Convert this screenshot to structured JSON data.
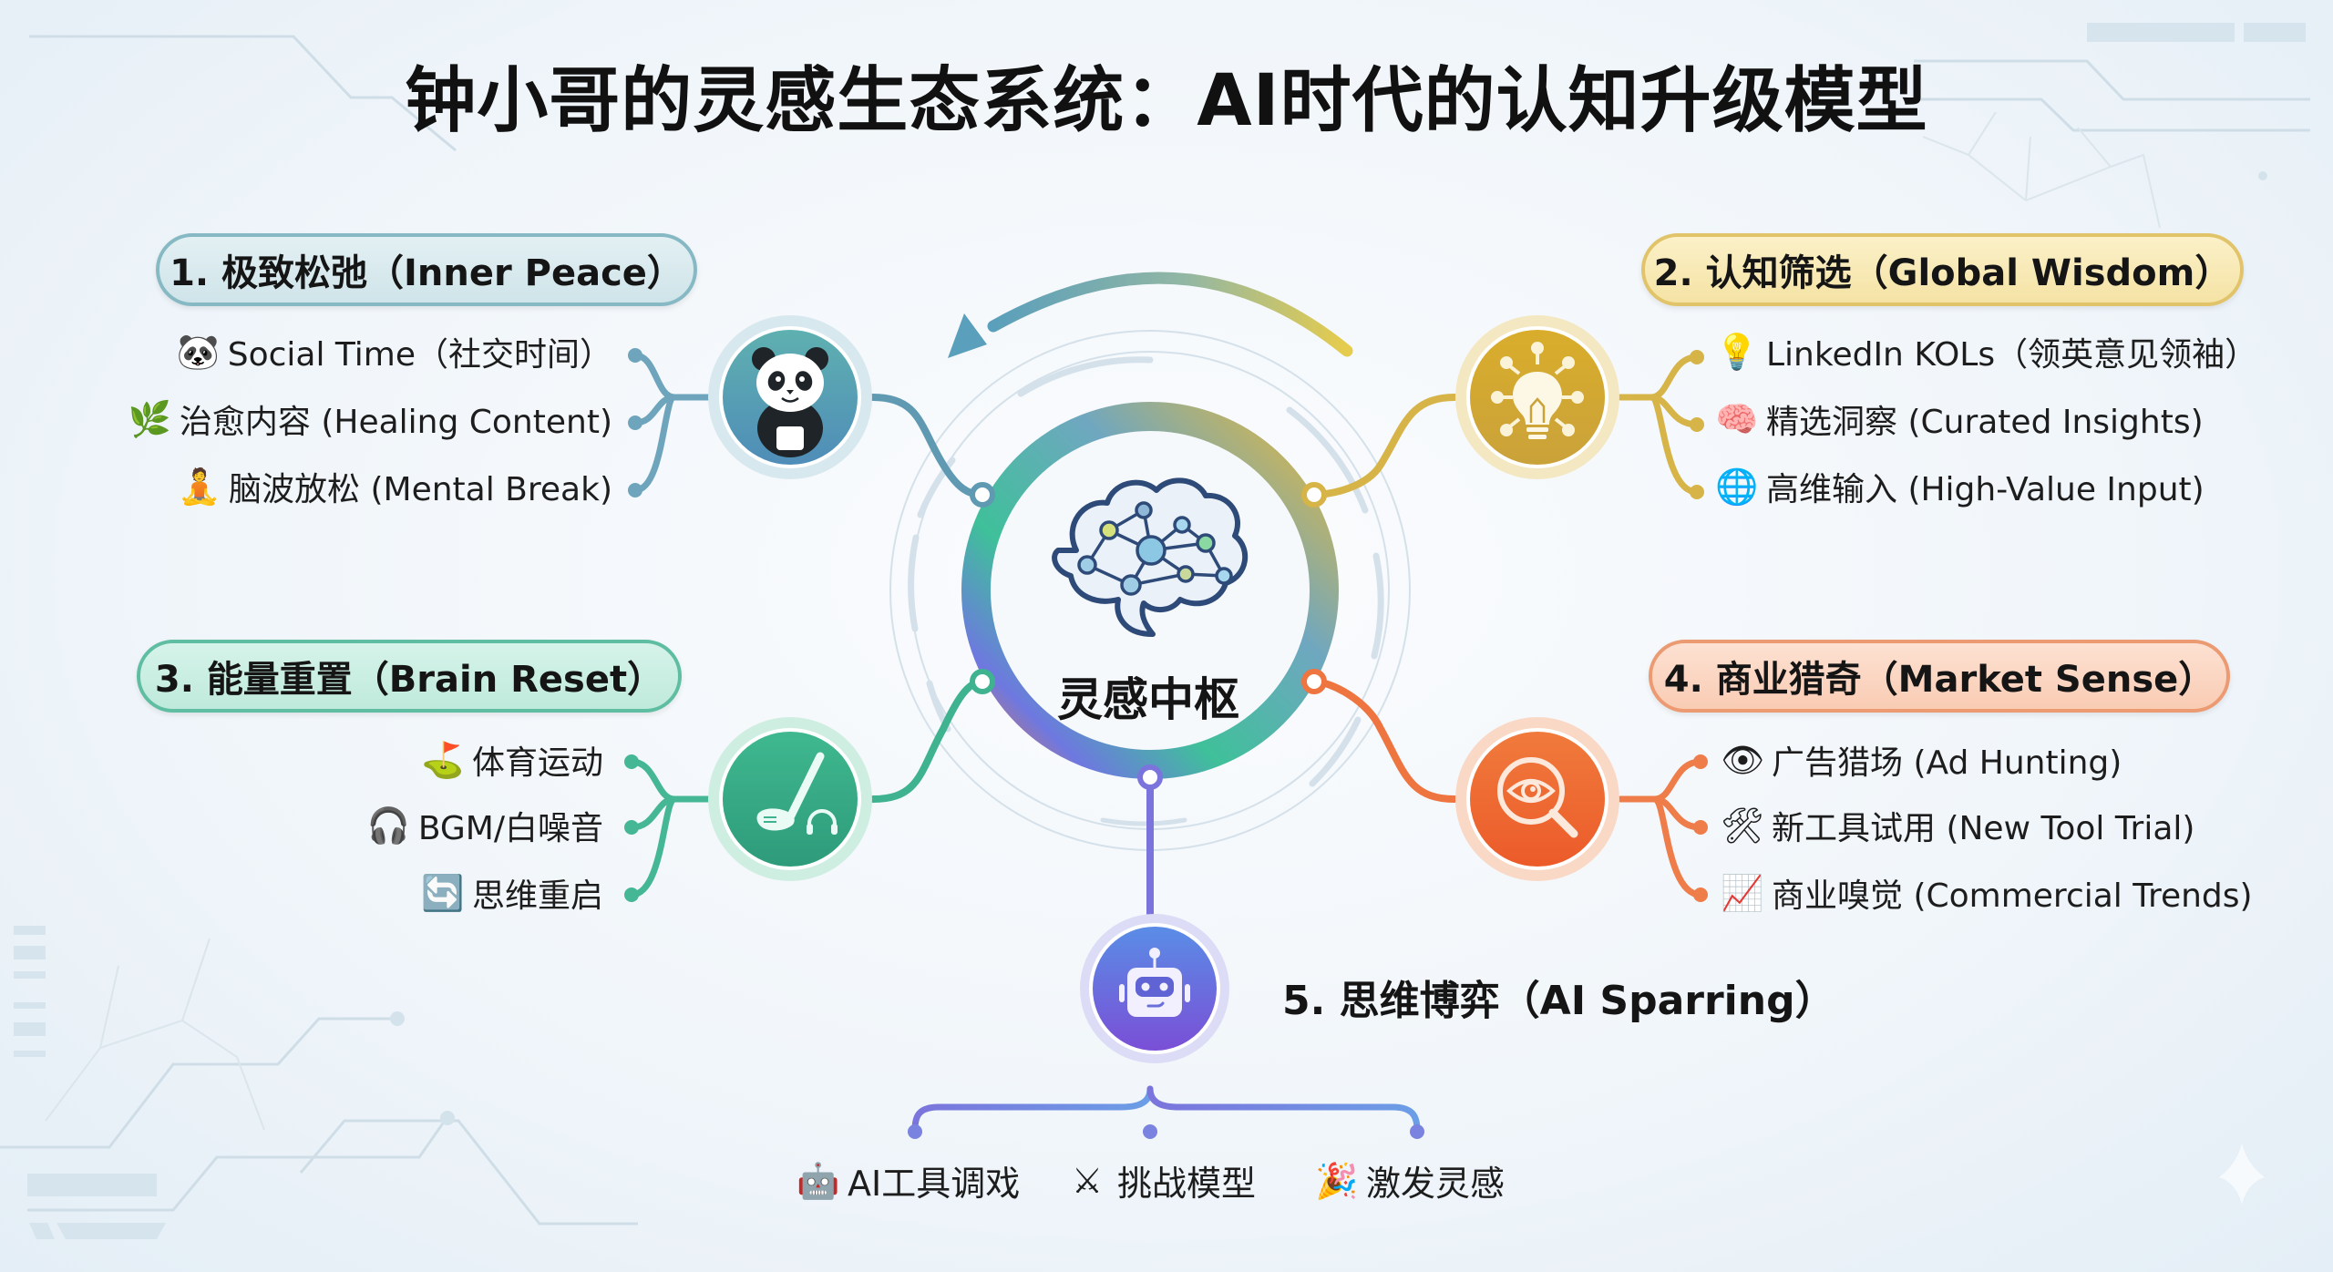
{
  "title": "钟小哥的灵感生态系统：AI时代的认知升级模型",
  "center": {
    "label": "灵感中枢",
    "icon": "brain-network-icon"
  },
  "branches": [
    {
      "id": 1,
      "heading": "1. 极致松弛（Inner Peace）",
      "color": "#5a9fb6",
      "node_icon": "panda-icon",
      "items": [
        {
          "icon": "panda-face-icon",
          "glyph": "🐼",
          "label": "Social Time（社交时间）"
        },
        {
          "icon": "leaf-icon",
          "glyph": "🌿",
          "label": "治愈内容 (Healing Content)"
        },
        {
          "icon": "meditation-icon",
          "glyph": "🧘",
          "label": "脑波放松 (Mental Break)"
        }
      ]
    },
    {
      "id": 2,
      "heading": "2. 认知筛选（Global Wisdom）",
      "color": "#d9b53e",
      "node_icon": "lightbulb-icon",
      "items": [
        {
          "icon": "lightbulb-icon",
          "glyph": "💡",
          "label": "LinkedIn KOLs（领英意见领袖）"
        },
        {
          "icon": "brain-icon",
          "glyph": "🧠",
          "label": "精选洞察 (Curated Insights)"
        },
        {
          "icon": "globe-icon",
          "glyph": "🌐",
          "label": "高维输入 (High-Value Input)"
        }
      ]
    },
    {
      "id": 3,
      "heading": "3. 能量重置（Brain Reset）",
      "color": "#3fb38f",
      "node_icon": "golf-club-headphones-icon",
      "items": [
        {
          "icon": "golf-flag-icon",
          "glyph": "⛳",
          "label": "体育运动"
        },
        {
          "icon": "headphones-icon",
          "glyph": "🎧",
          "label": "BGM/白噪音"
        },
        {
          "icon": "refresh-icon",
          "glyph": "🔄",
          "label": "思维重启"
        }
      ]
    },
    {
      "id": 4,
      "heading": "4. 商业猎奇（Market Sense）",
      "color": "#ee7440",
      "node_icon": "magnifier-eye-icon",
      "items": [
        {
          "icon": "eye-icon",
          "glyph": "👁",
          "label": "广告猎场 (Ad Hunting)"
        },
        {
          "icon": "tools-icon",
          "glyph": "🛠",
          "label": "新工具试用 (New Tool Trial)"
        },
        {
          "icon": "trend-chart-icon",
          "glyph": "📈",
          "label": "商业嗅觉 (Commercial Trends)"
        }
      ]
    },
    {
      "id": 5,
      "heading": "5. 思维博弈（AI Sparring）",
      "color": "#6a6fdc",
      "node_icon": "robot-icon",
      "items": [
        {
          "icon": "robot-face-icon",
          "glyph": "🤖",
          "label": "AI工具调戏"
        },
        {
          "icon": "crossed-swords-icon",
          "glyph": "⚔",
          "label": "挑战模型"
        },
        {
          "icon": "firecracker-icon",
          "glyph": "🎉",
          "label": "激发灵感"
        }
      ]
    }
  ],
  "colors": {
    "background": "#eef4f9",
    "ring_gradient": [
      "#5a9fb6",
      "#d9b53e",
      "#ee7440",
      "#7a6ee0",
      "#3fb38f"
    ]
  }
}
